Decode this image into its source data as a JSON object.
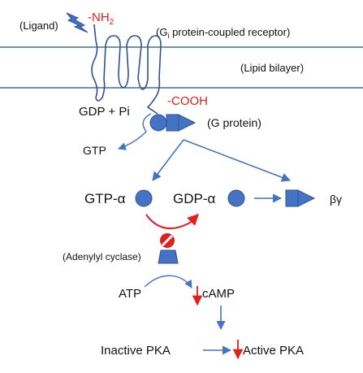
{
  "labels": {
    "ligand": "(Ligand)",
    "nh2": "-NH",
    "nh2_sub": "2",
    "gpcr_prefix": "(G",
    "gpcr_sub": "i",
    "gpcr_suffix": " protein-coupled receptor)",
    "lipid": "(Lipid bilayer)",
    "cooh": "-COOH",
    "gdp_pi": "GDP + Pi",
    "g_protein": "(G protein)",
    "gtp": "GTP",
    "gtp_alpha": "GTP-α",
    "gdp_alpha": "GDP-α",
    "beta_gamma": "βγ",
    "adenylyl": "(Adenylyl cyclase)",
    "atp": "ATP",
    "camp": "cAMP",
    "inactive_pka": "Inactive PKA",
    "active_pka": "Active PKA"
  },
  "colors": {
    "shape_fill": "#4472c4",
    "shape_stroke": "#2f528f",
    "arrow": "#4472c4",
    "membrane": "#41719c",
    "accent_red": "#e0201b",
    "text": "#111111"
  },
  "icons": {
    "ligand": "lightning-bolt-icon",
    "inhibition": "no-entry-icon"
  }
}
